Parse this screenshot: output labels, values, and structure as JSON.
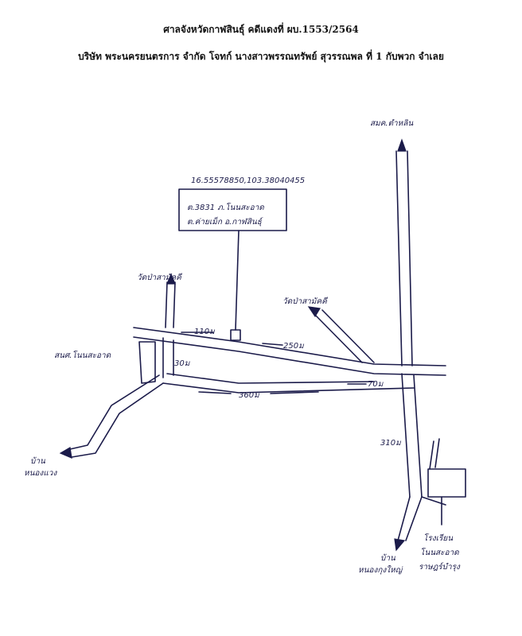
{
  "header": {
    "court_line": "ศาลจังหวัดกาฬสินธุ์ คดีแดงที่ ผบ.1553/2564",
    "case_line": "บริษัท พระนครยนตรการ จำกัด โจทก์ นางสาวพรรณทรัพย์ สุวรรณพล ที่ 1 กับพวก จำเลย"
  },
  "map": {
    "coordinates": "16.55578850,103.38040455",
    "address_box": {
      "line1": "ต.3831 ภ.โนนสะอาด",
      "line2": "ต.ค่ายเม็ก อ.กาฬสินธุ์"
    },
    "labels": {
      "north_top": "สมค.ตำหลิน",
      "temple_left": "วัดป่าสามัคคี",
      "temple_right": "วัดป่าสามัคคี",
      "school_left": "สนศ.โนนสะอาด",
      "west_exit_1": "บ้าน",
      "west_exit_2": "หนองแวง",
      "south_exit_1": "บ้าน",
      "south_exit_2": "หนองกุงใหญ่",
      "south_box_1": "โรงเรียน",
      "south_box_2": "โนนสะอาด",
      "south_box_3": "ราษฎร์บำรุง"
    },
    "distances": {
      "d110": "110ม",
      "d250": "250ม",
      "d30": "30ม",
      "d360": "360ม",
      "d70": "70ม",
      "d310": "310ม"
    }
  }
}
